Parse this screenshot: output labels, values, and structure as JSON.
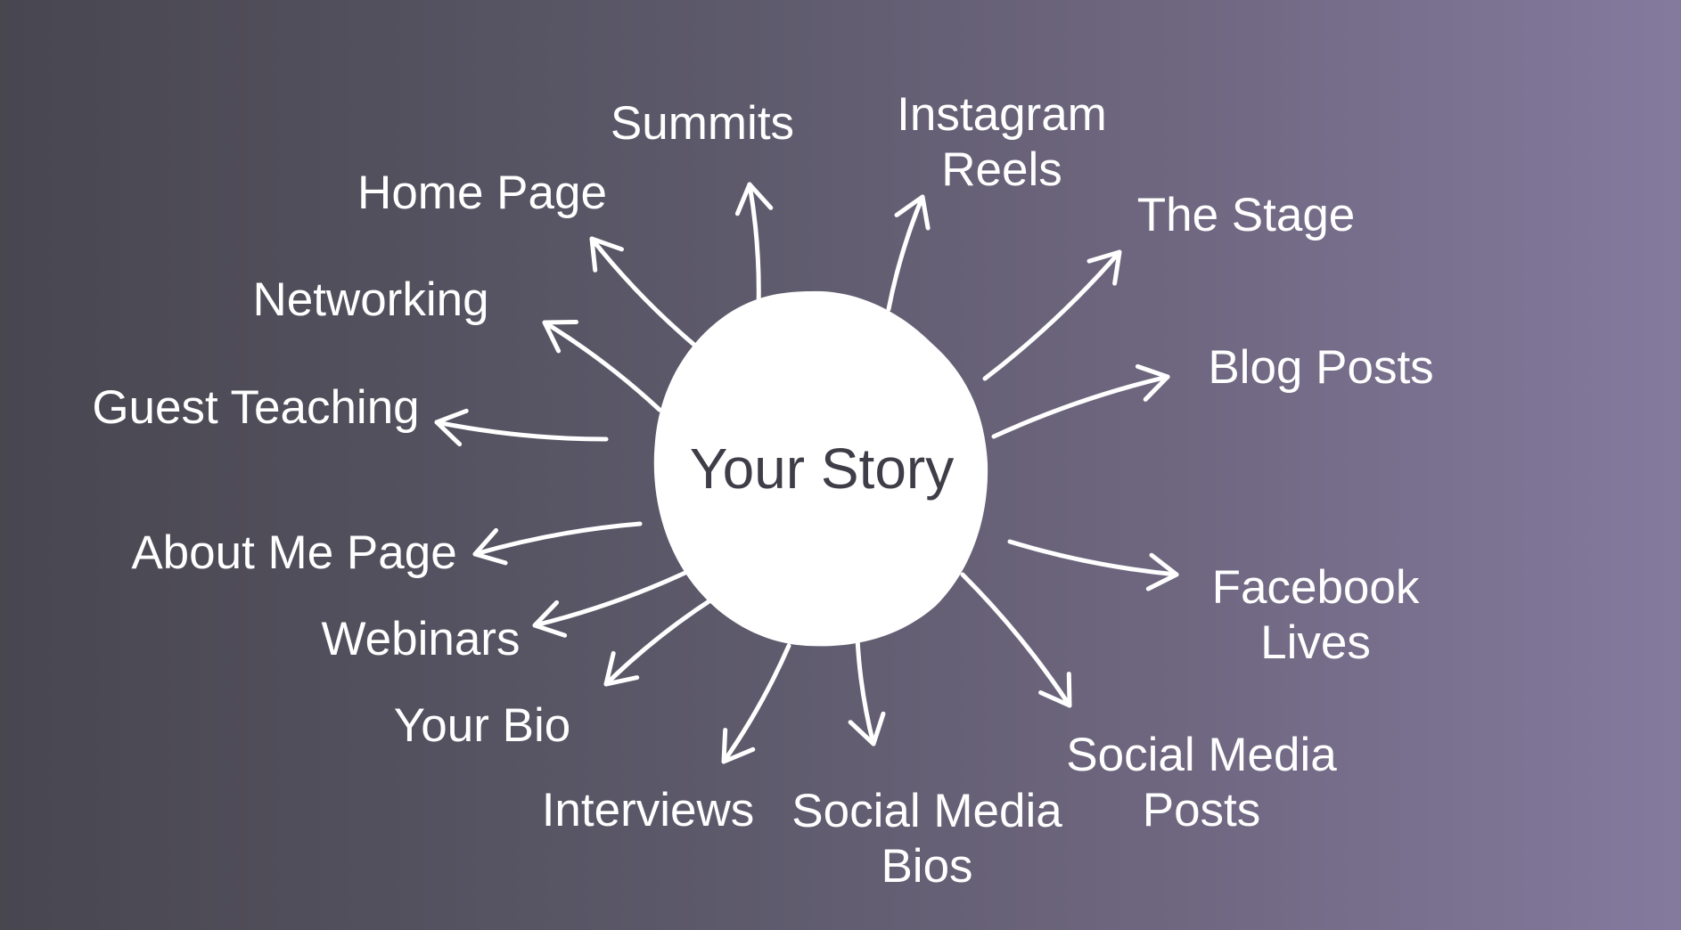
{
  "center": {
    "label": "Your Story"
  },
  "branches": [
    {
      "id": "summits",
      "label": "Summits"
    },
    {
      "id": "instagram-reels",
      "label": "Instagram\nReels"
    },
    {
      "id": "the-stage",
      "label": "The Stage"
    },
    {
      "id": "blog-posts",
      "label": "Blog Posts"
    },
    {
      "id": "facebook-lives",
      "label": "Facebook\nLives"
    },
    {
      "id": "social-media-posts",
      "label": "Social Media\nPosts"
    },
    {
      "id": "social-media-bios",
      "label": "Social Media\nBios"
    },
    {
      "id": "interviews",
      "label": "Interviews"
    },
    {
      "id": "your-bio",
      "label": "Your Bio"
    },
    {
      "id": "webinars",
      "label": "Webinars"
    },
    {
      "id": "about-me-page",
      "label": "About Me Page"
    },
    {
      "id": "guest-teaching",
      "label": "Guest Teaching"
    },
    {
      "id": "networking",
      "label": "Networking"
    },
    {
      "id": "home-page",
      "label": "Home Page"
    }
  ],
  "colors": {
    "background_left": "#48464f",
    "background_right": "#847a9e",
    "circle": "#ffffff",
    "center_text": "#3f3d47",
    "labels": "#ffffff"
  }
}
